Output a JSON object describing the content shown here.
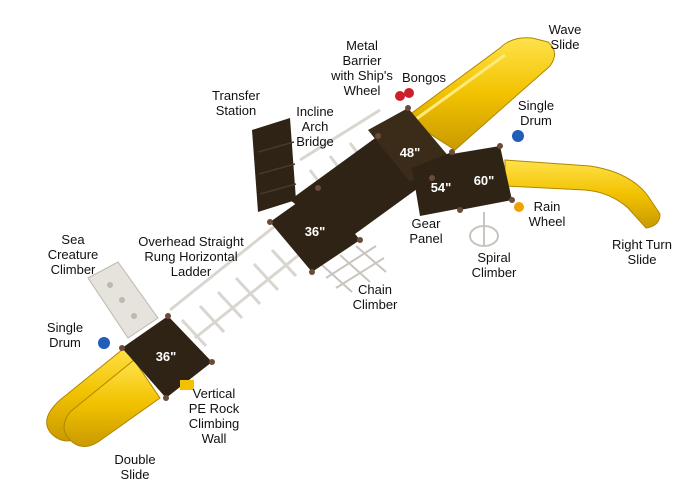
{
  "labels": {
    "wave_slide": "Wave\nSlide",
    "metal_barrier": "Metal\nBarrier\nwith Ship's\nWheel",
    "bongos": "Bongos",
    "transfer_station": "Transfer\nStation",
    "incline_arch_bridge": "Incline\nArch\nBridge",
    "single_drum_top": "Single\nDrum",
    "rain_wheel": "Rain\nWheel",
    "gear_panel": "Gear\nPanel",
    "spiral_climber": "Spiral\nClimber",
    "right_turn_slide": "Right Turn\nSlide",
    "chain_climber": "Chain\nClimber",
    "overhead_ladder": "Overhead Straight\nRung Horizontal\nLadder",
    "sea_creature_climber": "Sea\nCreature\nClimber",
    "single_drum_left": "Single\nDrum",
    "vertical_pe_rock": "Vertical\nPE Rock\nClimbing\nWall",
    "double_slide": "Double\nSlide"
  },
  "decks": {
    "deck_48": "48\"",
    "deck_54": "54\"",
    "deck_60": "60\"",
    "deck_36_center": "36\"",
    "deck_36_left": "36\""
  },
  "colors": {
    "deck": "#2e2314",
    "slide": "#f2c200",
    "ladder": "#d9d6d0",
    "drum": "#1f5fb8",
    "bongos": "#cc1f2a",
    "post": "#6b4a3a"
  }
}
